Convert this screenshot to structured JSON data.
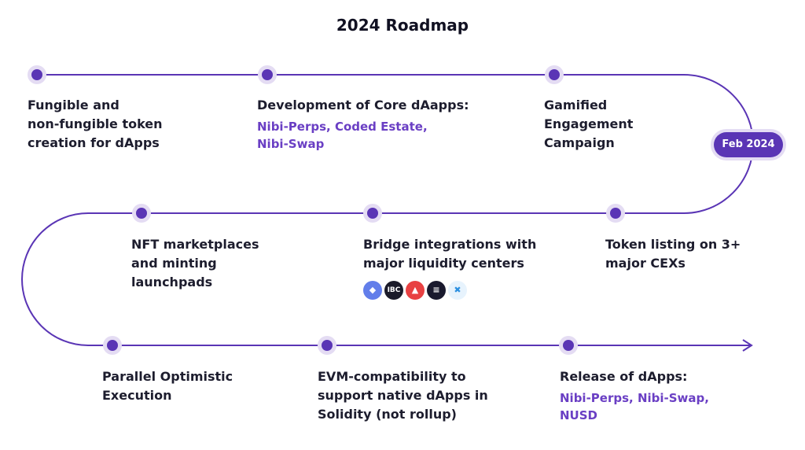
{
  "title": "2024 Roadmap",
  "badge": "Feb 2024",
  "colors": {
    "line": "#5a35b5",
    "dot": "#5a35b5",
    "dot_ring": "#e4dcf3",
    "accent_text": "#6a3fc4"
  },
  "milestones": [
    {
      "title": "Fungible and\nnon-fungible token\ncreation for dApps",
      "sub": ""
    },
    {
      "title": "Development of Core dAapps:",
      "sub": "Nibi-Perps, Coded Estate,\nNibi-Swap"
    },
    {
      "title": "Gamified\nEngagement\nCampaign",
      "sub": ""
    },
    {
      "title": "NFT marketplaces\nand minting\nlaunchpads",
      "sub": ""
    },
    {
      "title": "Bridge integrations with\nmajor liquidity centers",
      "sub": ""
    },
    {
      "title": "Token listing on 3+\nmajor CEXs",
      "sub": ""
    },
    {
      "title": "Parallel Optimistic\nExecution",
      "sub": ""
    },
    {
      "title": "EVM-compatibility to\nsupport native dApps in\nSolidity (not rollup)",
      "sub": ""
    },
    {
      "title": "Release of dApps:",
      "sub": "Nibi-Perps, Nibi-Swap,\nNUSD"
    }
  ],
  "bridge_chains": [
    {
      "icon": "ethereum-icon",
      "label": "◆",
      "color": "#627eea"
    },
    {
      "icon": "ibc-icon",
      "label": "IBC",
      "color": "#1b1b2a"
    },
    {
      "icon": "avalanche-icon",
      "label": "▲",
      "color": "#e84142"
    },
    {
      "icon": "solana-icon",
      "label": "≡",
      "color": "#1a1a2e"
    },
    {
      "icon": "cross-chain-icon",
      "label": "✖",
      "color": "#e7f3fd"
    }
  ]
}
